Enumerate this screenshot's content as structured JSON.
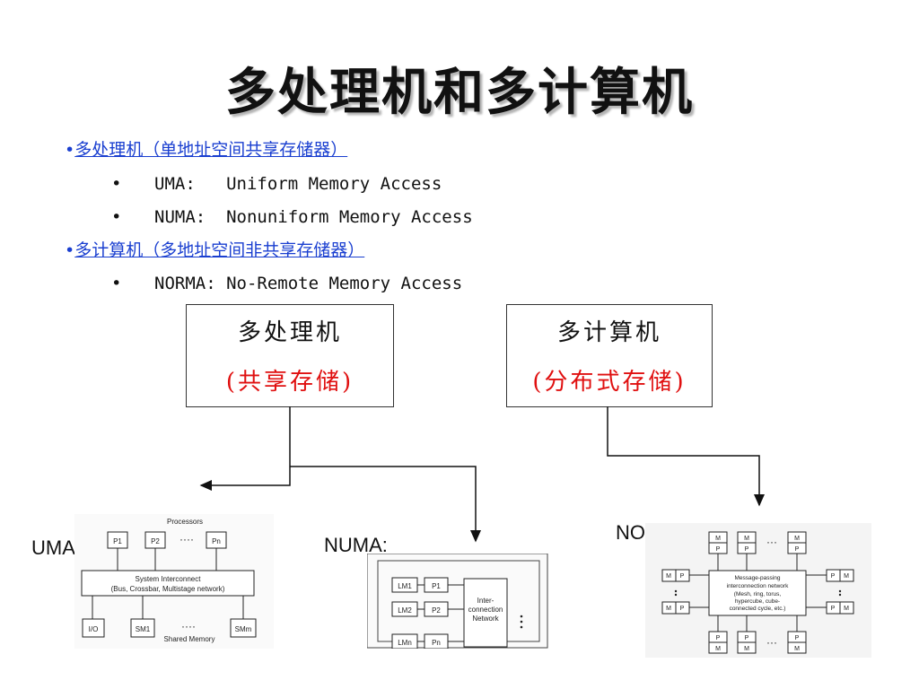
{
  "title": "多处理机和多计算机",
  "bullets": [
    {
      "text": "多处理机（单地址空间共享存储器）",
      "sub": [
        {
          "term": "UMA:",
          "desc": "Uniform Memory Access"
        },
        {
          "term": "NUMA:",
          "desc": "Nonuniform Memory Access"
        }
      ]
    },
    {
      "text": "多计算机（多地址空间非共享存储器）",
      "sub": [
        {
          "term": "NORMA:",
          "desc": "No-Remote Memory Access"
        }
      ]
    }
  ],
  "boxes": {
    "multiprocessor": {
      "line1": "多处理机",
      "line2": "(共享存储)"
    },
    "multicomputer": {
      "line1": "多计算机",
      "line2": "(分布式存储)"
    }
  },
  "labels": {
    "uma": "UMA:",
    "numa": "NUMA:",
    "norma": "NORMA:"
  },
  "uma_diagram": {
    "processors_label": "Processors",
    "processors": [
      "P1",
      "P2",
      "Pn"
    ],
    "interconnect_line1": "System Interconnect",
    "interconnect_line2": "(Bus, Crossbar, Multistage network)",
    "bottom": [
      "I/O",
      "SM1",
      "SMm"
    ],
    "shared_memory_label": "Shared Memory",
    "dots": "····"
  },
  "numa_diagram": {
    "lm": [
      "LM1",
      "LM2",
      "LMn"
    ],
    "p": [
      "P1",
      "P2",
      "Pn"
    ],
    "network_lines": [
      "Inter-",
      "connection",
      "Network"
    ]
  },
  "norma_diagram": {
    "network_lines": [
      "Message-passing",
      "interconnection network",
      "(Mesh, ring, torus,",
      "hypercube, cube-",
      "connected cycle, etc.)"
    ],
    "p": "P",
    "m": "M",
    "dots": "···"
  },
  "colors": {
    "link": "#1a3fd0",
    "red": "#e01010"
  }
}
